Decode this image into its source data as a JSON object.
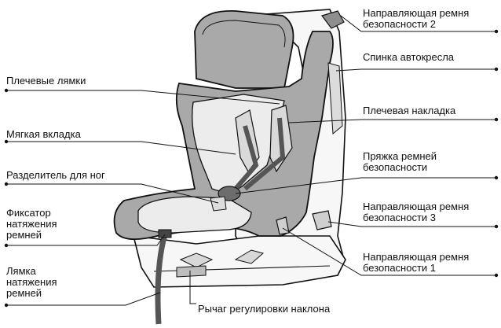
{
  "labels": {
    "guide2": [
      "Направляющая ремня",
      "безопасности 2"
    ],
    "seat_back": [
      "Спинка автокресла"
    ],
    "shoulder_straps": [
      "Плечевые лямки"
    ],
    "shoulder_pad": [
      "Плечевая накладка"
    ],
    "soft_insert": [
      "Мягкая вкладка"
    ],
    "buckle": [
      "Пряжка ремней",
      "безопасности"
    ],
    "leg_divider": [
      "Разделитель для ног"
    ],
    "guide3": [
      "Направляющая ремня",
      "безопасности 3"
    ],
    "tension_lock": [
      "Фиксатор",
      "натяжения",
      "ремней"
    ],
    "guide1": [
      "Направляющая ремня",
      "безопасности 1"
    ],
    "tension_strap": [
      "Лямка",
      "натяжения",
      "ремней"
    ],
    "recline_lever": [
      "Рычаг регулировки наклона"
    ]
  },
  "colors": {
    "upholstery": "#a9a9a9",
    "upholstery_dark": "#8e8e8e",
    "inner": "#ececec",
    "shell": "#f7f7f7",
    "line": "#111111"
  }
}
